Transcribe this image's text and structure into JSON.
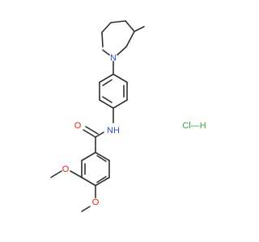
{
  "colors": {
    "bond": "#303030",
    "carbon": "#303030",
    "nitrogen": "#2f4fd0",
    "oxygen": "#e0221b",
    "chlorine": "#3aa53a"
  },
  "atoms": {
    "piperidine_n": "N",
    "amide_nh": "NH",
    "carbonyl_o": "O",
    "methoxy_o_upper": "O",
    "methoxy_o_lower": "O",
    "salt": "Cl—H"
  }
}
